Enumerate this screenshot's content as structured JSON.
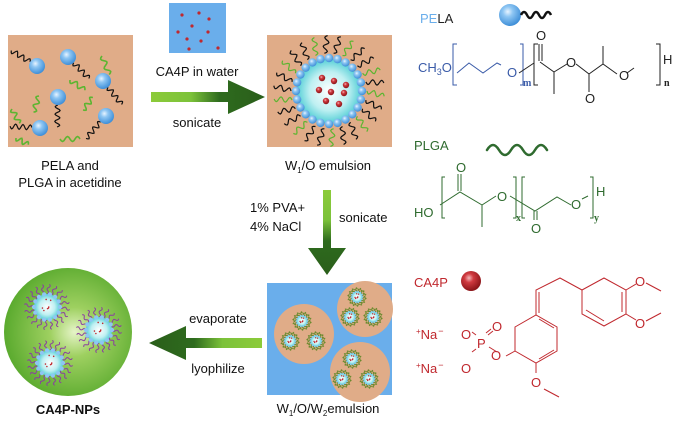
{
  "steps": {
    "start_label_line1": "PELA  and",
    "start_label_line2": "PLGA in acetidine",
    "step1_reagent": "CA4P in water",
    "step1_action": "sonicate",
    "w1o_label_main": "W",
    "w1o_label_sub": "1",
    "w1o_label_rest": "/O emulsion",
    "step2_reagent_line1": "1% PVA+",
    "step2_reagent_line2": "4% NaCl",
    "step2_action": "sonicate",
    "w1ow2_label_w": "W",
    "w1ow2_label_sub1": "1",
    "w1ow2_label_mid": "/O/W",
    "w1ow2_label_sub2": "2",
    "w1ow2_label_rest": "emulsion",
    "step3_action_top": "evaporate",
    "step3_action_bottom": "lyophilize",
    "final_label": "CA4P-NPs"
  },
  "legend": {
    "pela": {
      "name_pe": "PE",
      "name_la": "LA",
      "formula_start": "CH",
      "formula_sub": "3",
      "formula_o": "O",
      "repeat_m": "m",
      "repeat_n": "n",
      "atom_o": "O",
      "end_h": "H"
    },
    "plga": {
      "name": "PLGA",
      "ho": "HO",
      "atom_o": "O",
      "repeat_x": "x",
      "repeat_y": "y",
      "end_h": "H"
    },
    "ca4p": {
      "name": "CA4P",
      "na": "Na",
      "plus": "+",
      "minus": "−",
      "atom_o": "O",
      "atom_p": "P"
    }
  },
  "colors": {
    "organic_phase": "#E0AC88",
    "water_phase": "#6AAEEB",
    "pela_blue": "#3A5BA8",
    "pela_light": "#6AAEEB",
    "plga_green": "#2F6B2F",
    "ca4p_red": "#C0282E",
    "arrow_dark": "#2F6B1E",
    "arrow_light": "#7CC23A",
    "np_green": "#6BB93A"
  }
}
